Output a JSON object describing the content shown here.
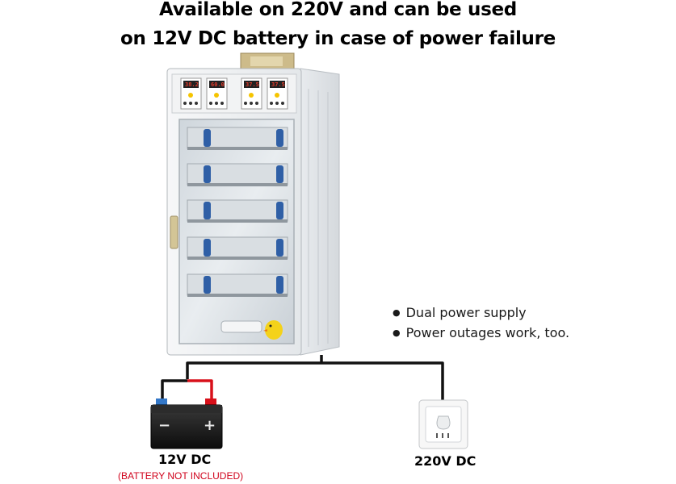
{
  "headline": {
    "line1": "Available on 220V and can be used",
    "line2": "on 12V DC battery in case of power failure"
  },
  "features": [
    "Dual power supply",
    "Power outages work, too."
  ],
  "battery": {
    "label": "12V DC",
    "note": "(BATTERY NOT INCLUDED)",
    "minus": "−",
    "plus": "+"
  },
  "outlet": {
    "label": "220V DC"
  },
  "controllers": [
    {
      "reading": "38.2"
    },
    {
      "reading": "60.0"
    },
    {
      "reading": "37.5"
    },
    {
      "reading": "37.5"
    }
  ],
  "colors": {
    "wire_red": "#d8101a",
    "wire_black": "#111111",
    "cabinet": "#eef0f2"
  }
}
